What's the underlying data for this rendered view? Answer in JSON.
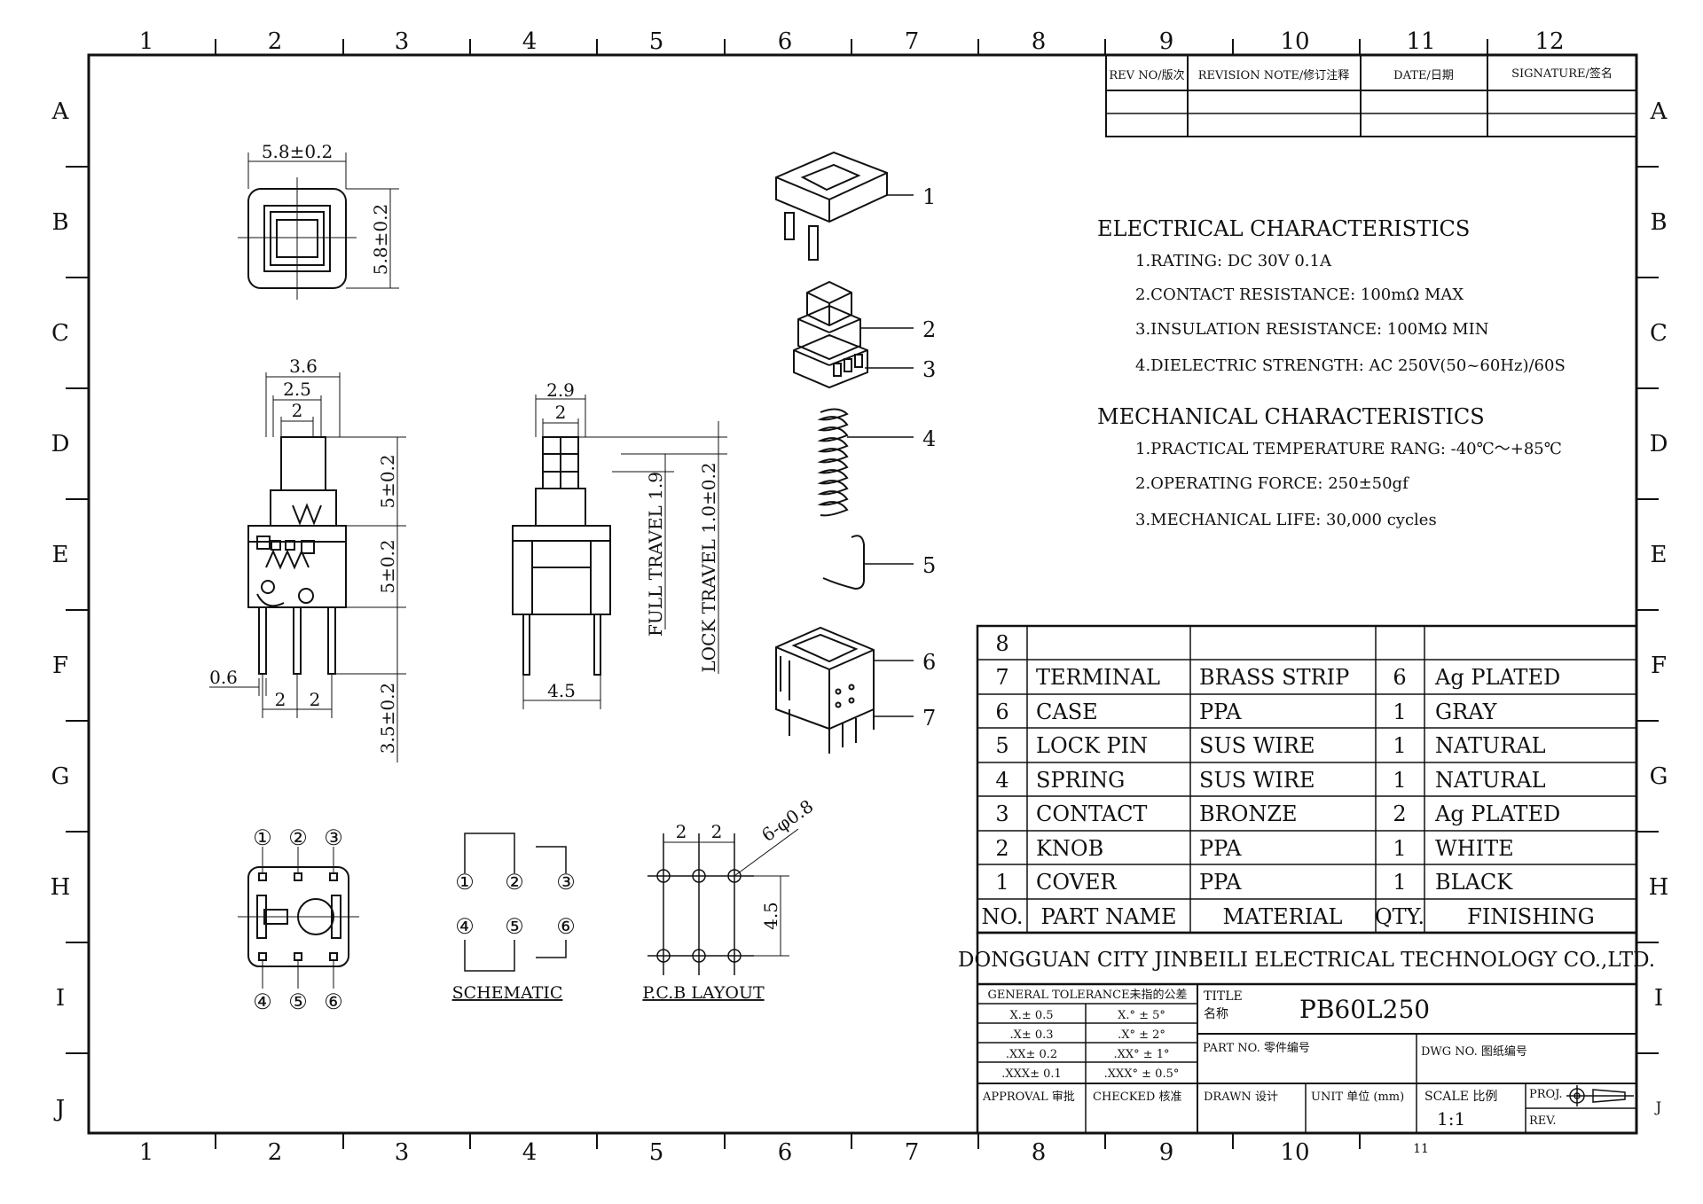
{
  "grid": {
    "columns": [
      "1",
      "2",
      "3",
      "4",
      "5",
      "6",
      "7",
      "8",
      "9",
      "10",
      "11",
      "12"
    ],
    "bottom_columns": [
      "1",
      "2",
      "3",
      "4",
      "5",
      "6",
      "7",
      "8",
      "9",
      "10",
      "11"
    ],
    "rows": [
      "A",
      "B",
      "C",
      "D",
      "E",
      "F",
      "G",
      "H",
      "I",
      "J"
    ]
  },
  "revision_table": {
    "headers": [
      "REV NO/版次",
      "REVISION NOTE/修订注释",
      "DATE/日期",
      "SIGNATURE/签名"
    ]
  },
  "electrical": {
    "heading": "ELECTRICAL CHARACTERISTICS",
    "items": [
      "1.RATING: DC 30V 0.1A",
      "2.CONTACT RESISTANCE: 100mΩ MAX",
      "3.INSULATION RESISTANCE: 100MΩ MIN",
      "4.DIELECTRIC STRENGTH: AC 250V(50~60Hz)/60S"
    ]
  },
  "mechanical": {
    "heading": "MECHANICAL CHARACTERISTICS",
    "items": [
      "1.PRACTICAL TEMPERATURE RANG: -40℃～+85℃",
      "2.OPERATING FORCE: 250±50gf",
      "3.MECHANICAL LIFE: 30,000 cycles"
    ]
  },
  "bom": {
    "rows": [
      {
        "no": "8",
        "name": "",
        "material": "",
        "qty": "",
        "finish": ""
      },
      {
        "no": "7",
        "name": "TERMINAL",
        "material": "BRASS STRIP",
        "qty": "6",
        "finish": "Ag PLATED"
      },
      {
        "no": "6",
        "name": "CASE",
        "material": "PPA",
        "qty": "1",
        "finish": "GRAY"
      },
      {
        "no": "5",
        "name": "LOCK PIN",
        "material": "SUS WIRE",
        "qty": "1",
        "finish": "NATURAL"
      },
      {
        "no": "4",
        "name": "SPRING",
        "material": "SUS WIRE",
        "qty": "1",
        "finish": "NATURAL"
      },
      {
        "no": "3",
        "name": "CONTACT",
        "material": "BRONZE",
        "qty": "2",
        "finish": "Ag PLATED"
      },
      {
        "no": "2",
        "name": "KNOB",
        "material": "PPA",
        "qty": "1",
        "finish": "WHITE"
      },
      {
        "no": "1",
        "name": "COVER",
        "material": "PPA",
        "qty": "1",
        "finish": "BLACK"
      }
    ],
    "header": {
      "no": "NO.",
      "name": "PART NAME",
      "material": "MATERIAL",
      "qty": "QTY.",
      "finish": "FINISHING"
    }
  },
  "title_block": {
    "company": "DONGGUAN CITY JINBEILI ELECTRICAL TECHNOLOGY CO.,LTD.",
    "tolerance_title": "GENERAL TOLERANCE未指的公差",
    "tolerances": [
      [
        "X.± 0.5",
        "X.° ± 5°"
      ],
      [
        ".X± 0.3",
        ".X° ± 2°"
      ],
      [
        ".XX± 0.2",
        ".XX° ± 1°"
      ],
      [
        ".XXX± 0.1",
        ".XXX° ± 0.5°"
      ]
    ],
    "title_label_en": "TITLE",
    "title_label_cn": "名称",
    "title_value": "PB60L250",
    "part_no_label": "PART NO. 零件编号",
    "dwg_no_label": "DWG NO. 图纸编号",
    "approval_label": "APPROVAL 审批",
    "checked_label": "CHECKED 核准",
    "drawn_label": "DRAWN 设计",
    "unit_label": "UNIT 单位 (mm)",
    "scale_label": "SCALE 比例",
    "scale_value": "1:1",
    "proj_label": "PROJ.",
    "rev_label": "REV."
  },
  "dims": {
    "top_width": "5.8±0.2",
    "top_height": "5.8±0.2",
    "d36": "3.6",
    "d25": "2.5",
    "d2a": "2",
    "d5a": "5±0.2",
    "d5b": "5±0.2",
    "d35": "3.5±0.2",
    "d06": "0.6",
    "d2b": "2",
    "d2c": "2",
    "d29": "2.9",
    "d2d": "2",
    "full_travel": "FULL TRAVEL 1.9",
    "lock_travel": "LOCK TRAVEL 1.0±0.2",
    "d45": "4.5",
    "pcb_2a": "2",
    "pcb_2b": "2",
    "pcb_holes": "6-φ0.8",
    "pcb_45": "4.5"
  },
  "pins": {
    "bottom_top": [
      "①",
      "②",
      "③"
    ],
    "bottom_bot": [
      "④",
      "⑤",
      "⑥"
    ],
    "schem_top": [
      "①",
      "②",
      "③"
    ],
    "schem_bot": [
      "④",
      "⑤",
      "⑥"
    ]
  },
  "labels": {
    "schematic": "SCHEMATIC",
    "pcb_layout": "P.C.B LAYOUT"
  },
  "exploded_callouts": [
    "1",
    "2",
    "3",
    "4",
    "5",
    "6",
    "7"
  ]
}
